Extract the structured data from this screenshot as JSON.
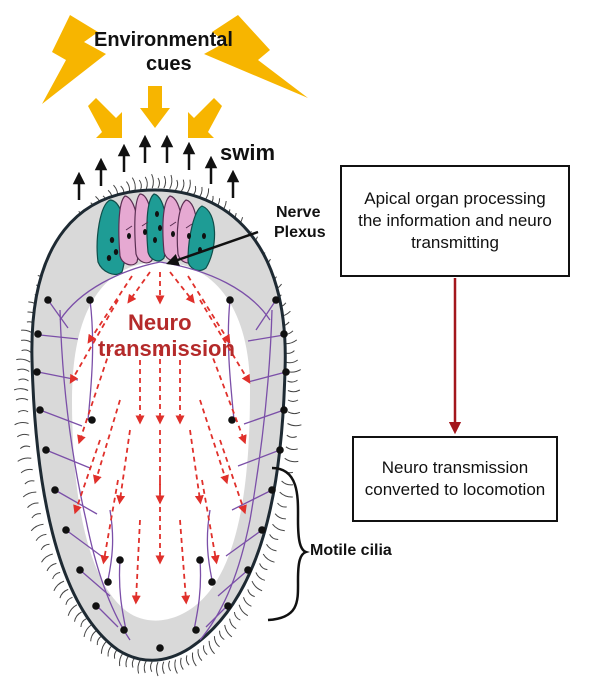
{
  "labels": {
    "environmental": "Environmental",
    "cues": "cues",
    "swim": "swim",
    "nerve": "Nerve",
    "plexus": "Plexus",
    "neuro": "Neuro",
    "transmission": "transmission",
    "motile_cilia": "Motile cilia"
  },
  "boxes": {
    "apical": "Apical organ processing the information and neuro transmitting",
    "locomotion": "Neuro transmission converted to locomotion"
  },
  "colors": {
    "lightning": "#F7B500",
    "cue_arrow": "#F7B500",
    "body_fill": "#D9D9D9",
    "interior": "#FFFFFF",
    "outline": "#1E2A33",
    "nerve": "#7B4FA8",
    "signal_arrow": "#E0302B",
    "flow_arrow": "#A3161C",
    "neuro_text": "#B42A2A",
    "teal_cell": "#1E9C95",
    "pink_cell": "#E6A9D2",
    "nucleus": "#111111"
  }
}
